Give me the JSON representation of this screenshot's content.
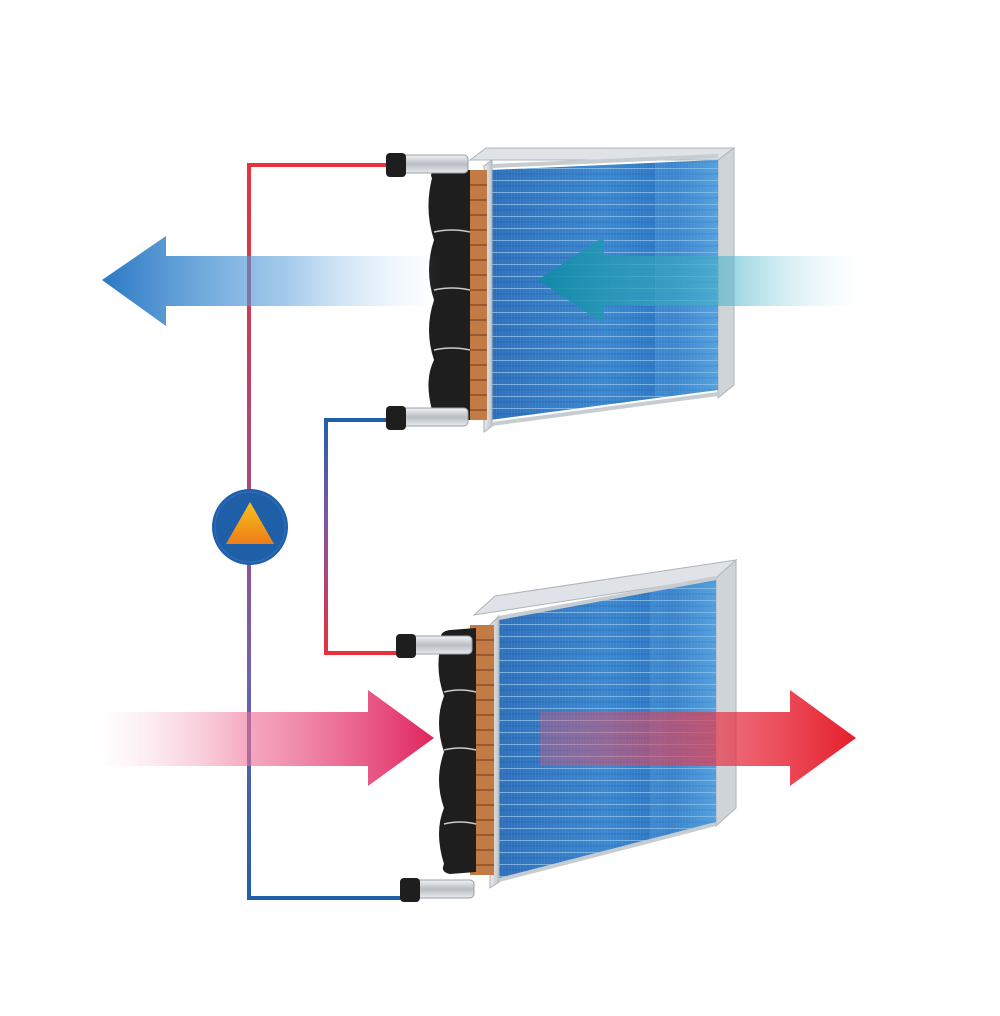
{
  "colors": {
    "background": "#ffffff",
    "hot_pipe": "#e8313a",
    "cold_pipe": "#1f5fa8",
    "transition_pipe": "#8a5a9e",
    "coil_fin_dark": "#1d4f9a",
    "coil_fin_light": "#3f8fd6",
    "coil_frame": "#c9ced3",
    "copper_tube": "#b8703c",
    "insulation": "#1e1e1e",
    "exhaust_arrow": "#2a78c4",
    "intake_arrow": "#1a9bb0",
    "supply_arrow_in": "#e0245e",
    "supply_arrow_out": "#e61f2b",
    "pump_circle": "#1f5fa8",
    "pump_triangle_top": "#f7c21a",
    "pump_triangle_bottom": "#ef7d1a"
  },
  "icons": {
    "pump": "pump-triangle-icon",
    "exhaust_air": "arrow-left-icon",
    "fresh_air_in": "arrow-left-icon",
    "supply_air_in": "arrow-right-icon",
    "supply_air_out": "arrow-right-icon"
  },
  "components": [
    {
      "id": "upper-coil",
      "role": "extract-air heat exchanger coil"
    },
    {
      "id": "lower-coil",
      "role": "supply-air heat exchanger coil"
    },
    {
      "id": "circulation-pump",
      "role": "pump"
    }
  ]
}
